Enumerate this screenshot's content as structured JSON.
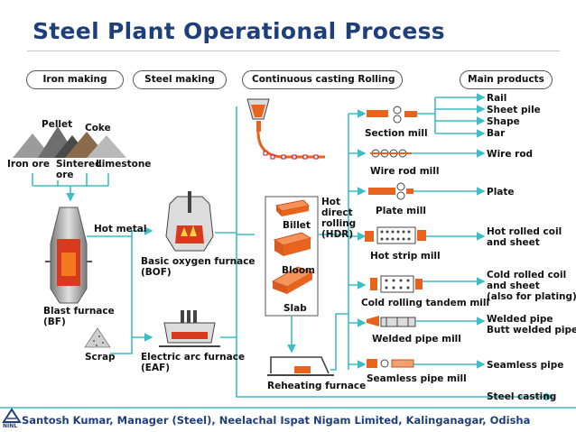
{
  "title": "Steel Plant Operational Process",
  "stages": [
    "Iron making",
    "Steel making",
    "Continuous casting",
    "Rolling",
    "Main products"
  ],
  "raw_materials": {
    "pellet": "Pellet",
    "coke": "Coke",
    "iron_ore": "Iron ore",
    "sintered_ore": "Sintered\nore",
    "limestone": "Limestone"
  },
  "iron_making": {
    "hot_metal": "Hot metal",
    "blast_furnace": "Blast furnace\n(BF)",
    "scrap": "Scrap"
  },
  "steel_making": {
    "bof": "Basic oxygen furnace\n(BOF)",
    "eaf": "Electric arc furnace\n(EAF)"
  },
  "casting": {
    "billet": "Billet",
    "bloom": "Bloom",
    "slab": "Slab",
    "hdr": "Hot\ndirect\nrolling\n(HDR)",
    "reheating": "Reheating furnace"
  },
  "mills": [
    "Section mill",
    "Wire rod mill",
    "Plate mill",
    "Hot strip mill",
    "Cold rolling tandem mill",
    "Welded pipe mill",
    "Seamless pipe mill"
  ],
  "products": {
    "section": "Rail\nSheet pile\nShape\nBar",
    "wire_rod": "Wire rod",
    "plate": "Plate",
    "hot_rolled": "Hot rolled coil\nand sheet",
    "cold_rolled": "Cold rolled coil\nand sheet\n(also for plating)",
    "welded": "Welded pipe\nButt welded pipe",
    "seamless": "Seamless pipe",
    "casting": "Steel casting"
  },
  "footer": "Santosh Kumar, Manager (Steel), Neelachal Ispat Nigam Limited, Kalinganagar, Odisha",
  "logo": "NINL",
  "colors": {
    "title": "#1f3f7a",
    "flow_line": "#3bbec4",
    "steel": "#e8631e",
    "furnace": "#c8102e"
  }
}
